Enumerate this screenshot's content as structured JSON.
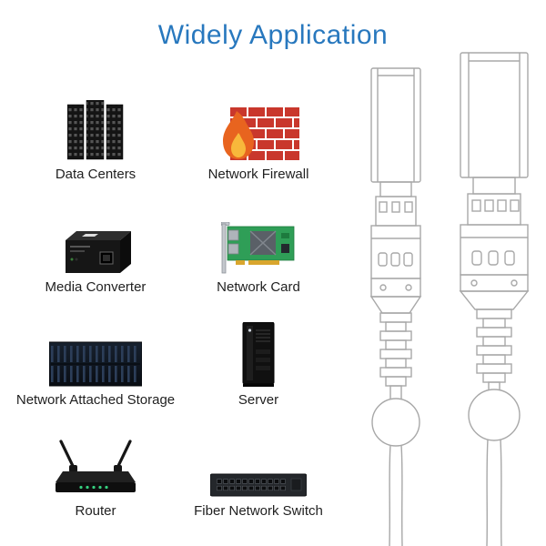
{
  "title": "Widely Application",
  "accent_color": "#2878be",
  "applications": [
    {
      "label": "Data Centers",
      "icon": "data-centers-icon"
    },
    {
      "label": "Network Firewall",
      "icon": "network-firewall-icon"
    },
    {
      "label": "Media Converter",
      "icon": "media-converter-icon"
    },
    {
      "label": "Network Card",
      "icon": "network-card-icon"
    },
    {
      "label": "Network Attached Storage",
      "icon": "nas-icon"
    },
    {
      "label": "Server",
      "icon": "server-icon"
    },
    {
      "label": "Router",
      "icon": "router-icon"
    },
    {
      "label": "Fiber Network Switch",
      "icon": "fiber-network-switch-icon"
    }
  ],
  "diagram": {
    "name": "sfp-dac-cable-connector-line-drawings"
  }
}
